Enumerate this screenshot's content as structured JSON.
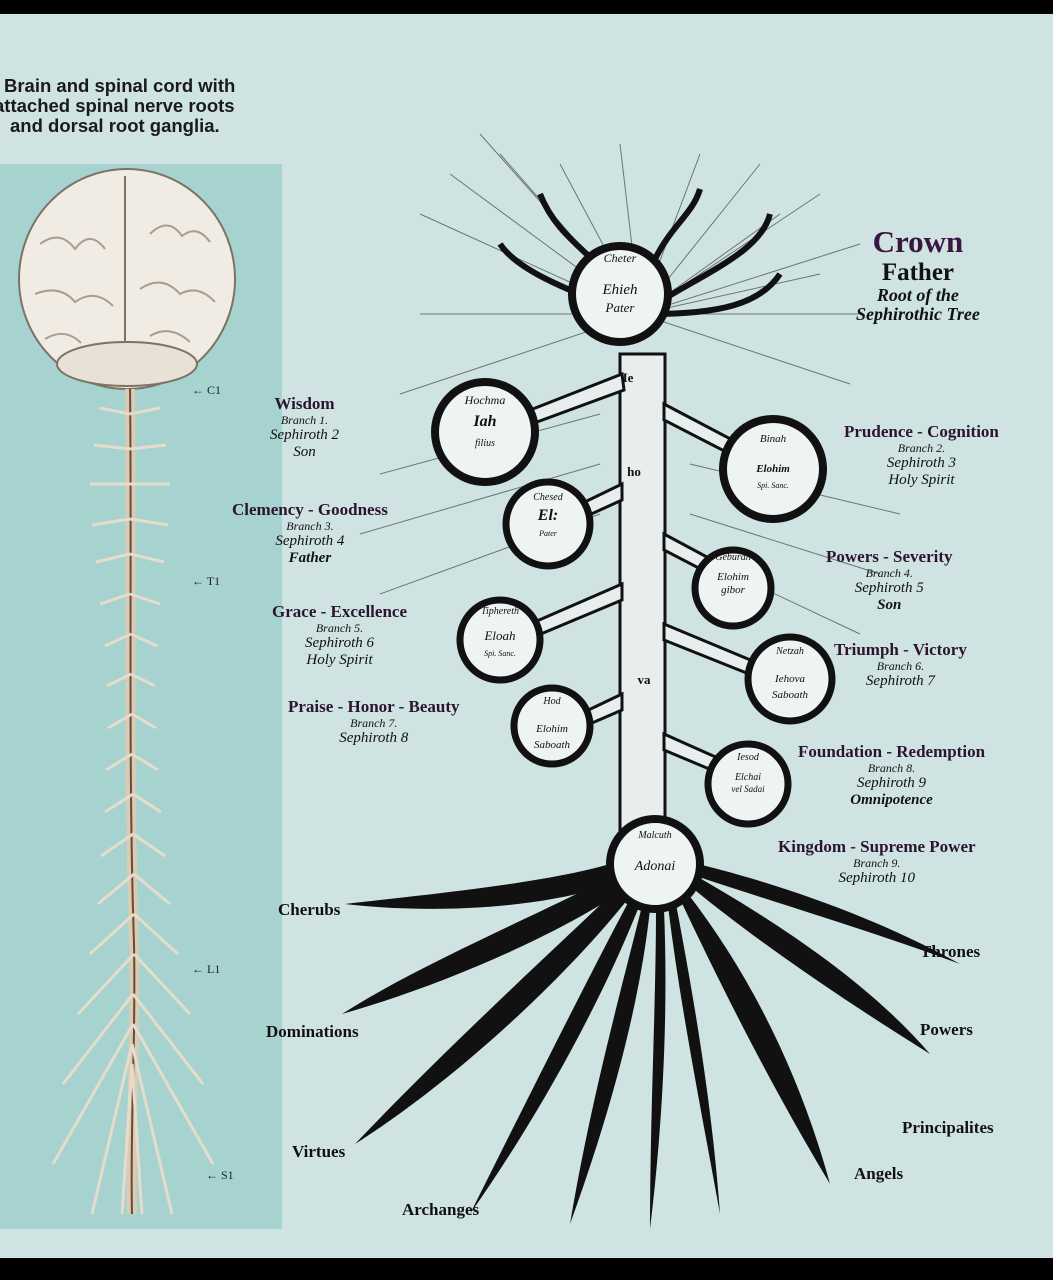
{
  "caption": {
    "line1": "Brain and spinal cord with",
    "line2": "attached spinal nerve roots",
    "line3": "and dorsal root ganglia."
  },
  "vertebra_labels": {
    "c1": "← C1",
    "t1": "← T1",
    "l1": "← L1",
    "s1": "← S1"
  },
  "crown": {
    "title": "Crown",
    "subtitle": "Father",
    "line1": "Root of the",
    "line2": "Sephirothic Tree"
  },
  "sephiroth": {
    "wisdom": {
      "title": "Wisdom",
      "branch": "Branch 1.",
      "seph": "Sephiroth 2",
      "person": "Son"
    },
    "clemency": {
      "title": "Clemency - Goodness",
      "branch": "Branch 3.",
      "seph": "Sephiroth 4",
      "person": "Father"
    },
    "grace": {
      "title": "Grace - Excellence",
      "branch": "Branch 5.",
      "seph": "Sephiroth 6",
      "person": "Holy Spirit"
    },
    "praise": {
      "title": "Praise - Honor - Beauty",
      "branch": "Branch 7.",
      "seph": "Sephiroth 8"
    },
    "prudence": {
      "title": "Prudence - Cognition",
      "branch": "Branch 2.",
      "seph": "Sephiroth 3",
      "person": "Holy Spirit"
    },
    "powers": {
      "title": "Powers - Severity",
      "branch": "Branch 4.",
      "seph": "Sephiroth 5",
      "person": "Son"
    },
    "triumph": {
      "title": "Triumph - Victory",
      "branch": "Branch 6.",
      "seph": "Sephiroth 7"
    },
    "foundation": {
      "title": "Foundation - Redemption",
      "branch": "Branch 8.",
      "seph": "Sephiroth 9",
      "person": "Omnipotence"
    },
    "kingdom": {
      "title": "Kingdom - Supreme Power",
      "branch": "Branch 9.",
      "seph": "Sephiroth 10"
    }
  },
  "circles": {
    "kether": {
      "name": "Ehieh",
      "sub": "Pater",
      "ring": "Cheter"
    },
    "hochma": {
      "name": "Iah",
      "sub": "filius",
      "ring": "Hochma"
    },
    "binah": {
      "name": "Elohim",
      "sub": "Spi. Sanc.",
      "ring": "Binah"
    },
    "chesed": {
      "name": "El:",
      "sub": "Pater",
      "ring": "Chesed"
    },
    "geburah": {
      "name": "Elohim",
      "sub": "gibor",
      "ring": "Geburah"
    },
    "tiphereth": {
      "name": "Eloah",
      "sub": "Spi. Sanc.",
      "ring": "Tiphereth"
    },
    "netzah": {
      "name": "Iehova",
      "sub": "Saboath",
      "ring": "Netzah"
    },
    "hod": {
      "name": "Elohim",
      "sub": "Saboath",
      "ring": "Hod"
    },
    "iesod": {
      "name": "Elchai",
      "sub": "vel Sadai",
      "ring": "Iesod"
    },
    "malkuth": {
      "name": "Adonai",
      "ring": "Malcuth"
    }
  },
  "trunk": {
    "ie": "Ie",
    "ho": "ho",
    "va": "va"
  },
  "choirs": {
    "cherubs": "Cherubs",
    "dominations": "Dominations",
    "virtues": "Virtues",
    "archanges": "Archanges",
    "thrones": "Thrones",
    "powers": "Powers",
    "principalites": "Principalites",
    "angels": "Angels"
  },
  "colors": {
    "background": "#cfe3e3",
    "brain_panel": "#a6d3cf",
    "ink": "#111111",
    "accent": "#3a1640"
  }
}
